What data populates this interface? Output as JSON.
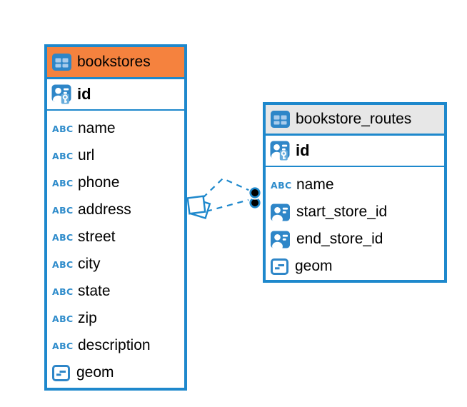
{
  "diagram": {
    "background": "#ffffff",
    "accent_blue": "#1E88CC",
    "icon_blue": "#2E86C8",
    "tables": [
      {
        "name": "bookstores",
        "header_color": "#F5823E",
        "pk": {
          "name": "id",
          "type": "primary-key"
        },
        "columns": [
          {
            "name": "name",
            "type": "text"
          },
          {
            "name": "url",
            "type": "text"
          },
          {
            "name": "phone",
            "type": "text"
          },
          {
            "name": "address",
            "type": "text"
          },
          {
            "name": "street",
            "type": "text"
          },
          {
            "name": "city",
            "type": "text"
          },
          {
            "name": "state",
            "type": "text"
          },
          {
            "name": "zip",
            "type": "text"
          },
          {
            "name": "description",
            "type": "text"
          },
          {
            "name": "geom",
            "type": "geometry"
          }
        ]
      },
      {
        "name": "bookstore_routes",
        "header_color": "#E7E7E7",
        "pk": {
          "name": "id",
          "type": "primary-key"
        },
        "columns": [
          {
            "name": "name",
            "type": "text"
          },
          {
            "name": "start_store_id",
            "type": "reference"
          },
          {
            "name": "end_store_id",
            "type": "reference"
          },
          {
            "name": "geom",
            "type": "geometry"
          }
        ]
      }
    ],
    "relationships": [
      {
        "from_table": "bookstore_routes",
        "to_table": "bookstores",
        "style": "dashed",
        "left_end": "diamond-marker",
        "right_end": "dot-marker"
      },
      {
        "from_table": "bookstore_routes",
        "to_table": "bookstores",
        "style": "dashed",
        "left_end": "diamond-marker",
        "right_end": "dot-marker"
      }
    ],
    "icons": {
      "text_glyph": "ABC"
    }
  }
}
